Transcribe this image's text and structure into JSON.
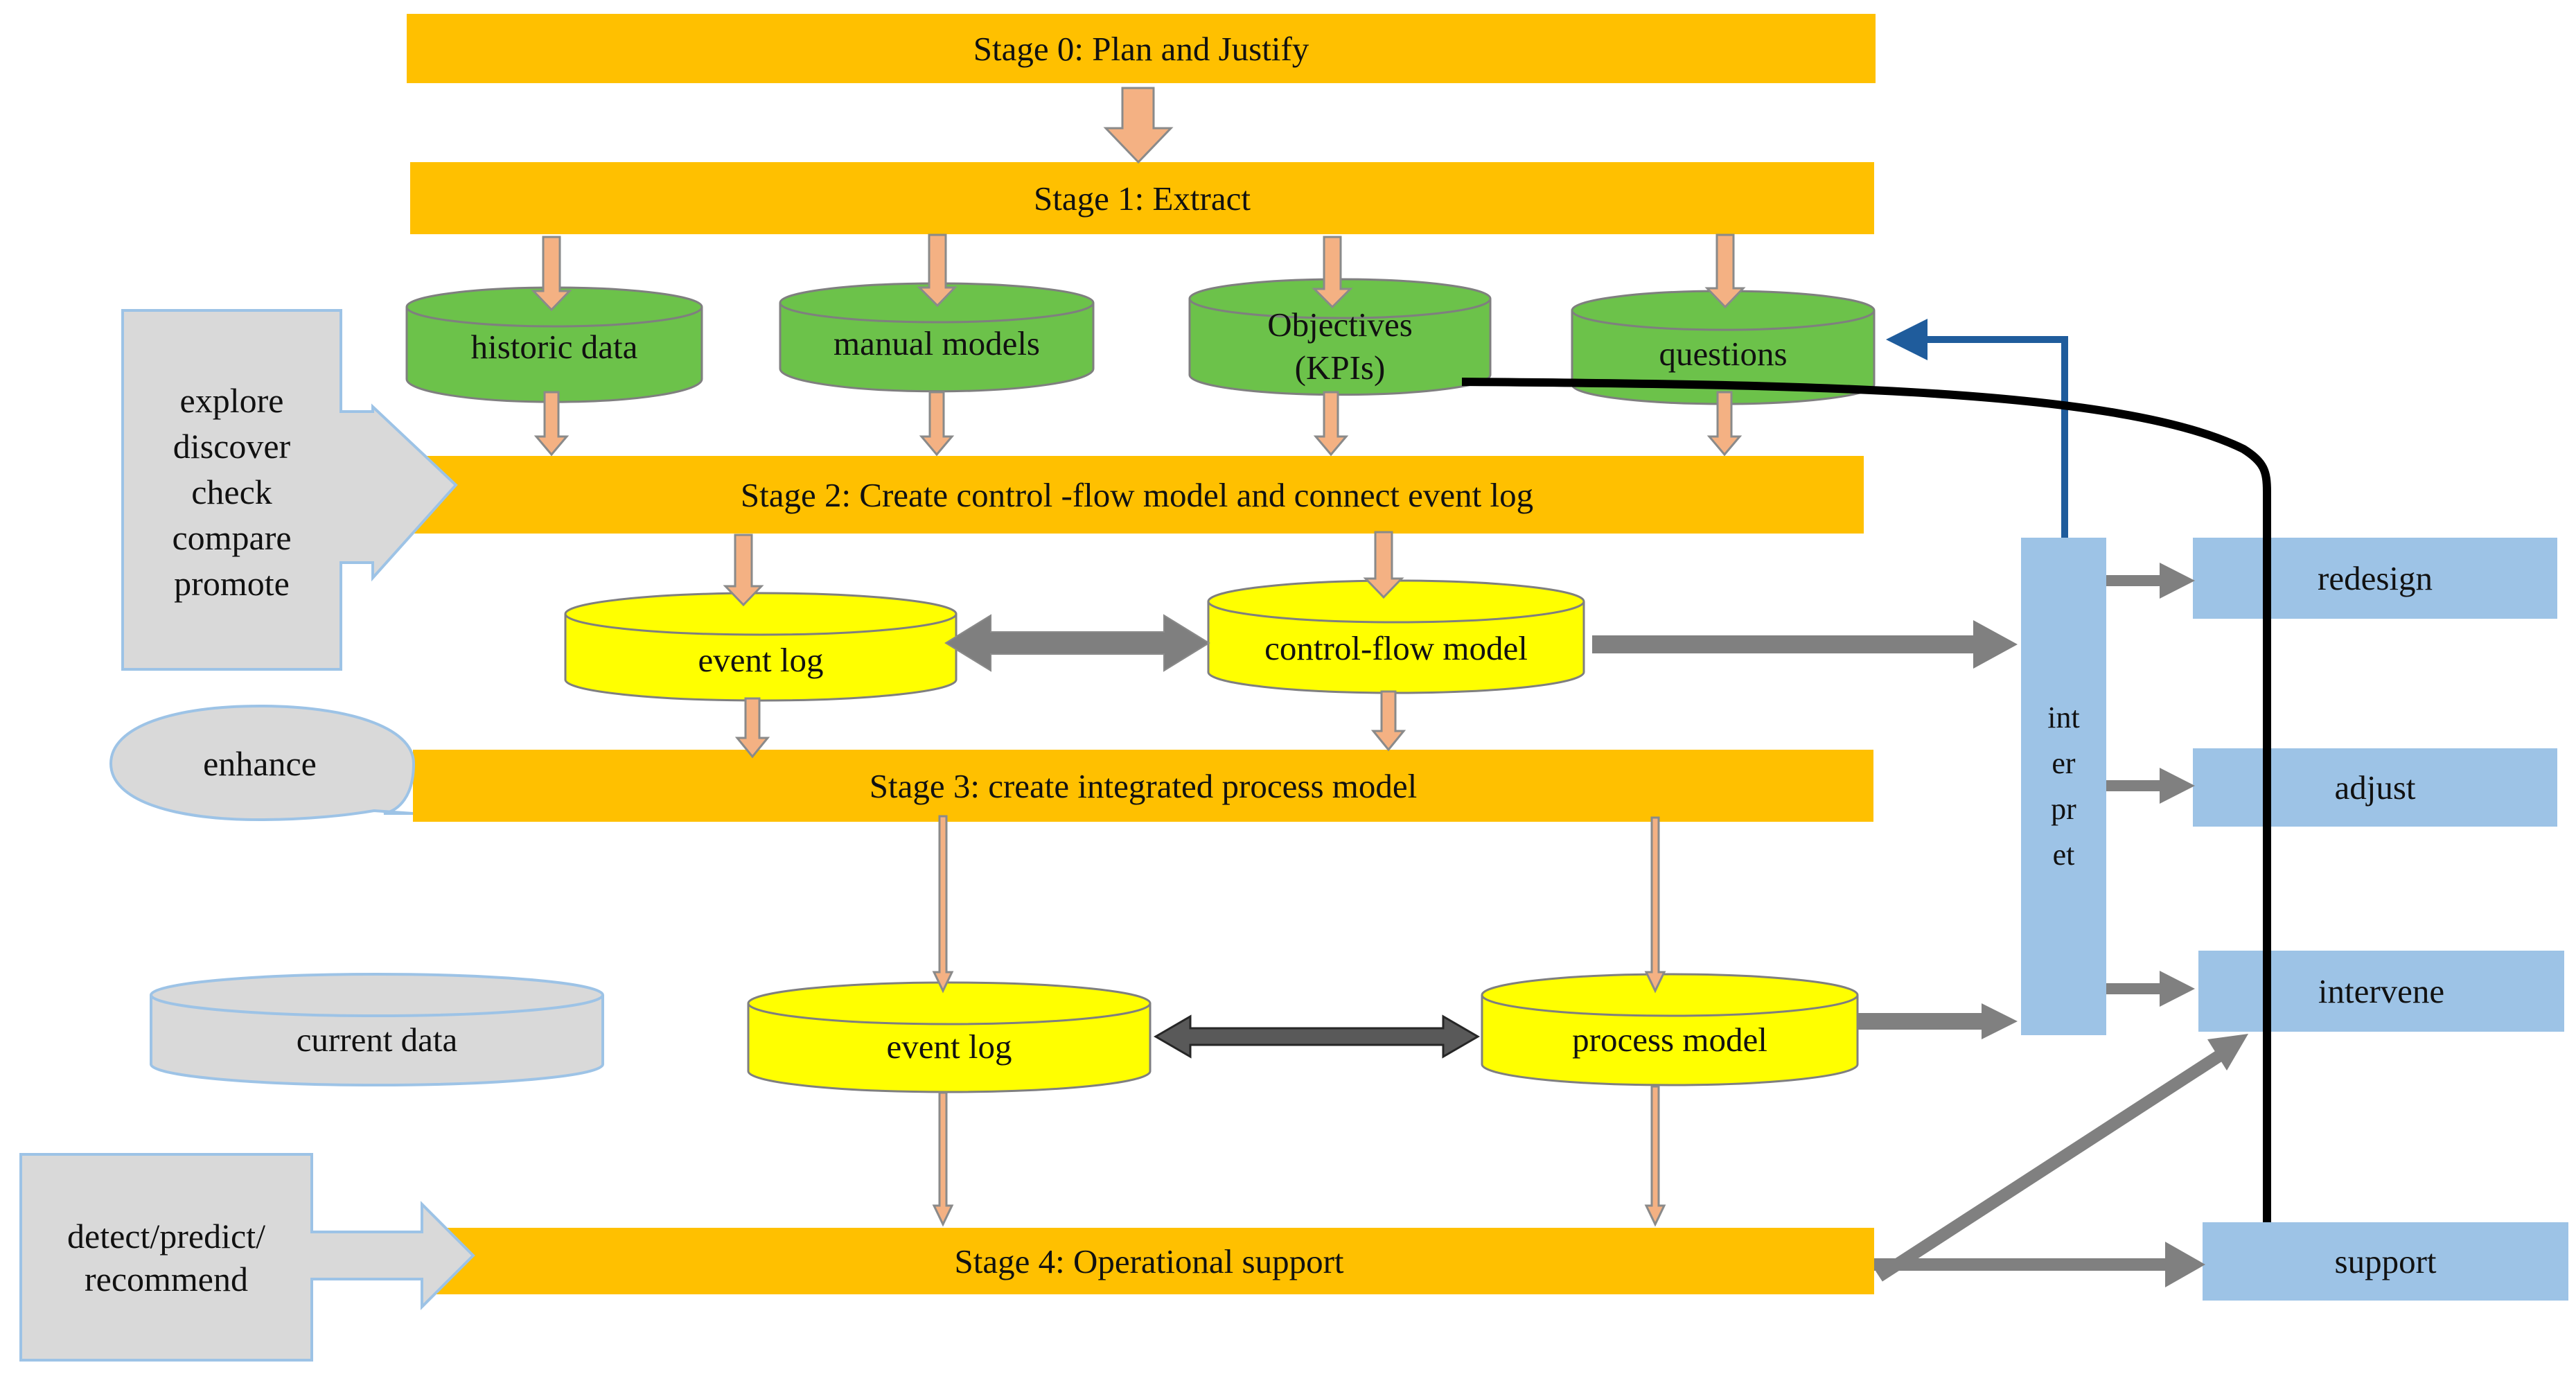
{
  "colors": {
    "stage": "#FFC000",
    "db_green": "#6CC24A",
    "db_yellow": "#FFFF00",
    "db_gray": "#D9D9D9",
    "output_blue": "#9DC3E6",
    "arrow_salmon": "#F4B183",
    "arrow_gray": "#808080",
    "arrow_navy": "#1F5C9C",
    "line_black": "#000000"
  },
  "stages": {
    "stage0": "Stage 0: Plan and Justify",
    "stage1": "Stage 1: Extract",
    "stage2": "Stage 2: Create control -flow model and connect event log",
    "stage3": "Stage 3: create integrated process model",
    "stage4": "Stage 4: Operational support"
  },
  "stores": {
    "historic": "historic data",
    "manual": "manual models",
    "objectives": [
      "Objectives",
      "(KPIs)"
    ],
    "questions": "questions",
    "eventlog1": "event log",
    "controlflow": "control-flow model",
    "current": "current data",
    "eventlog2": "event log",
    "process": "process model"
  },
  "side": {
    "explore": [
      "explore",
      "discover",
      "check",
      "compare",
      "promote"
    ],
    "enhance": "enhance",
    "detect": [
      "detect/predict/",
      "recommend"
    ]
  },
  "interpret": [
    "int",
    "er",
    "pr",
    "et"
  ],
  "outputs": {
    "redesign": "redesign",
    "adjust": "adjust",
    "intervene": "intervene",
    "support": "support"
  }
}
